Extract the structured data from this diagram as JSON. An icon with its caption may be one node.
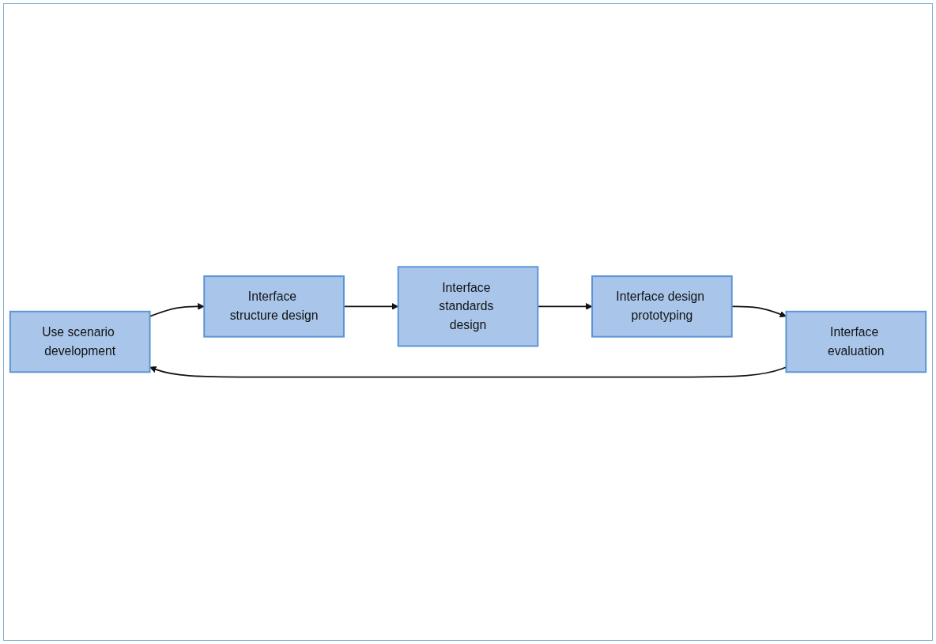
{
  "diagram": {
    "nodes": [
      {
        "text": [
          "Use scenario development"
        ]
      },
      {
        "text": [
          "Interface structure design"
        ]
      },
      {
        "text": [
          "Interface standards design"
        ]
      },
      {
        "text": [
          "Interface design prototyping"
        ]
      },
      {
        "text": [
          "Interface evaluation"
        ]
      }
    ],
    "edges": [
      {
        "from": 0,
        "to": 1,
        "arrow": "to"
      },
      {
        "from": 1,
        "to": 2,
        "arrow": "to"
      },
      {
        "from": 2,
        "to": 3,
        "arrow": "to"
      },
      {
        "from": 3,
        "to": 4,
        "arrow": "to"
      },
      {
        "from": 4,
        "to": 0,
        "arrow": "to"
      }
    ]
  }
}
